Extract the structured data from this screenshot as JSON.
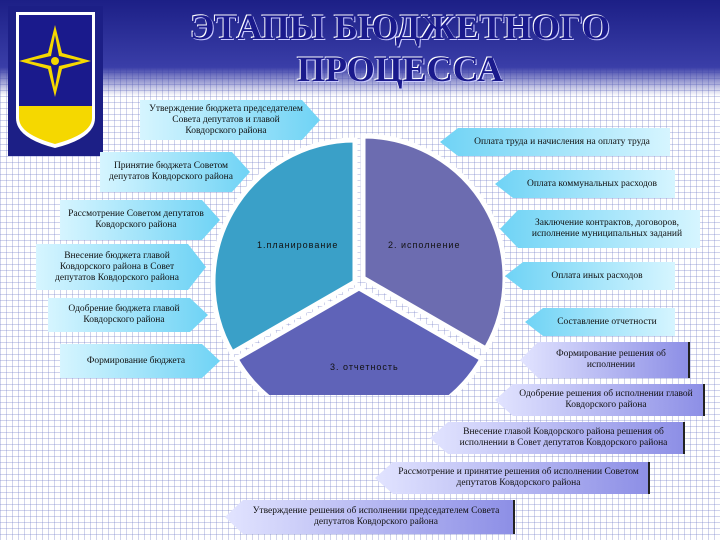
{
  "title": "ЭТАПЫ БЮДЖЕТНОГО ПРОЦЕССА",
  "emblem": {
    "icon": "coat-of-arms-icon",
    "colors": {
      "field": "#1a1a8c",
      "star": "#f5d800",
      "base": "#ffffff"
    }
  },
  "segments": {
    "planning": "1.планирование",
    "execution": "2. исполнение",
    "reporting": "3. отчетность",
    "colors": {
      "planning": "#3aa0c8",
      "execution": "#6c6cb0",
      "reporting": "#5f63b8"
    }
  },
  "planning_steps": [
    "Утверждение бюджета председателем Совета депутатов и главой Ковдорского района",
    "Принятие бюджета Советом депутатов Ковдорского района",
    "Рассмотрение Советом депутатов Ковдорского района",
    "Внесение бюджета главой Ковдорского района в Совет депутатов Ковдорского района",
    "Одобрение бюджета главой Ковдорского района",
    "Формирование бюджета"
  ],
  "execution_steps": [
    "Оплата труда и начисления на оплату труда",
    "Оплата коммунальных расходов",
    "Заключение контрактов, договоров, исполнение муниципальных заданий",
    "Оплата иных расходов"
  ],
  "reporting_steps": [
    "Составление отчетности",
    "Формирование решения об исполнении",
    "Одобрение решения об исполнении главой Ковдорского района",
    "Внесение главой Ковдорского района решения об исполнении в Совет депутатов Ковдорского района",
    "Рассмотрение и принятие решения об исполнении Советом депутатов Ковдорского района",
    "Утверждение решения об исполнении председателем Совета депутатов Ковдорского района"
  ]
}
